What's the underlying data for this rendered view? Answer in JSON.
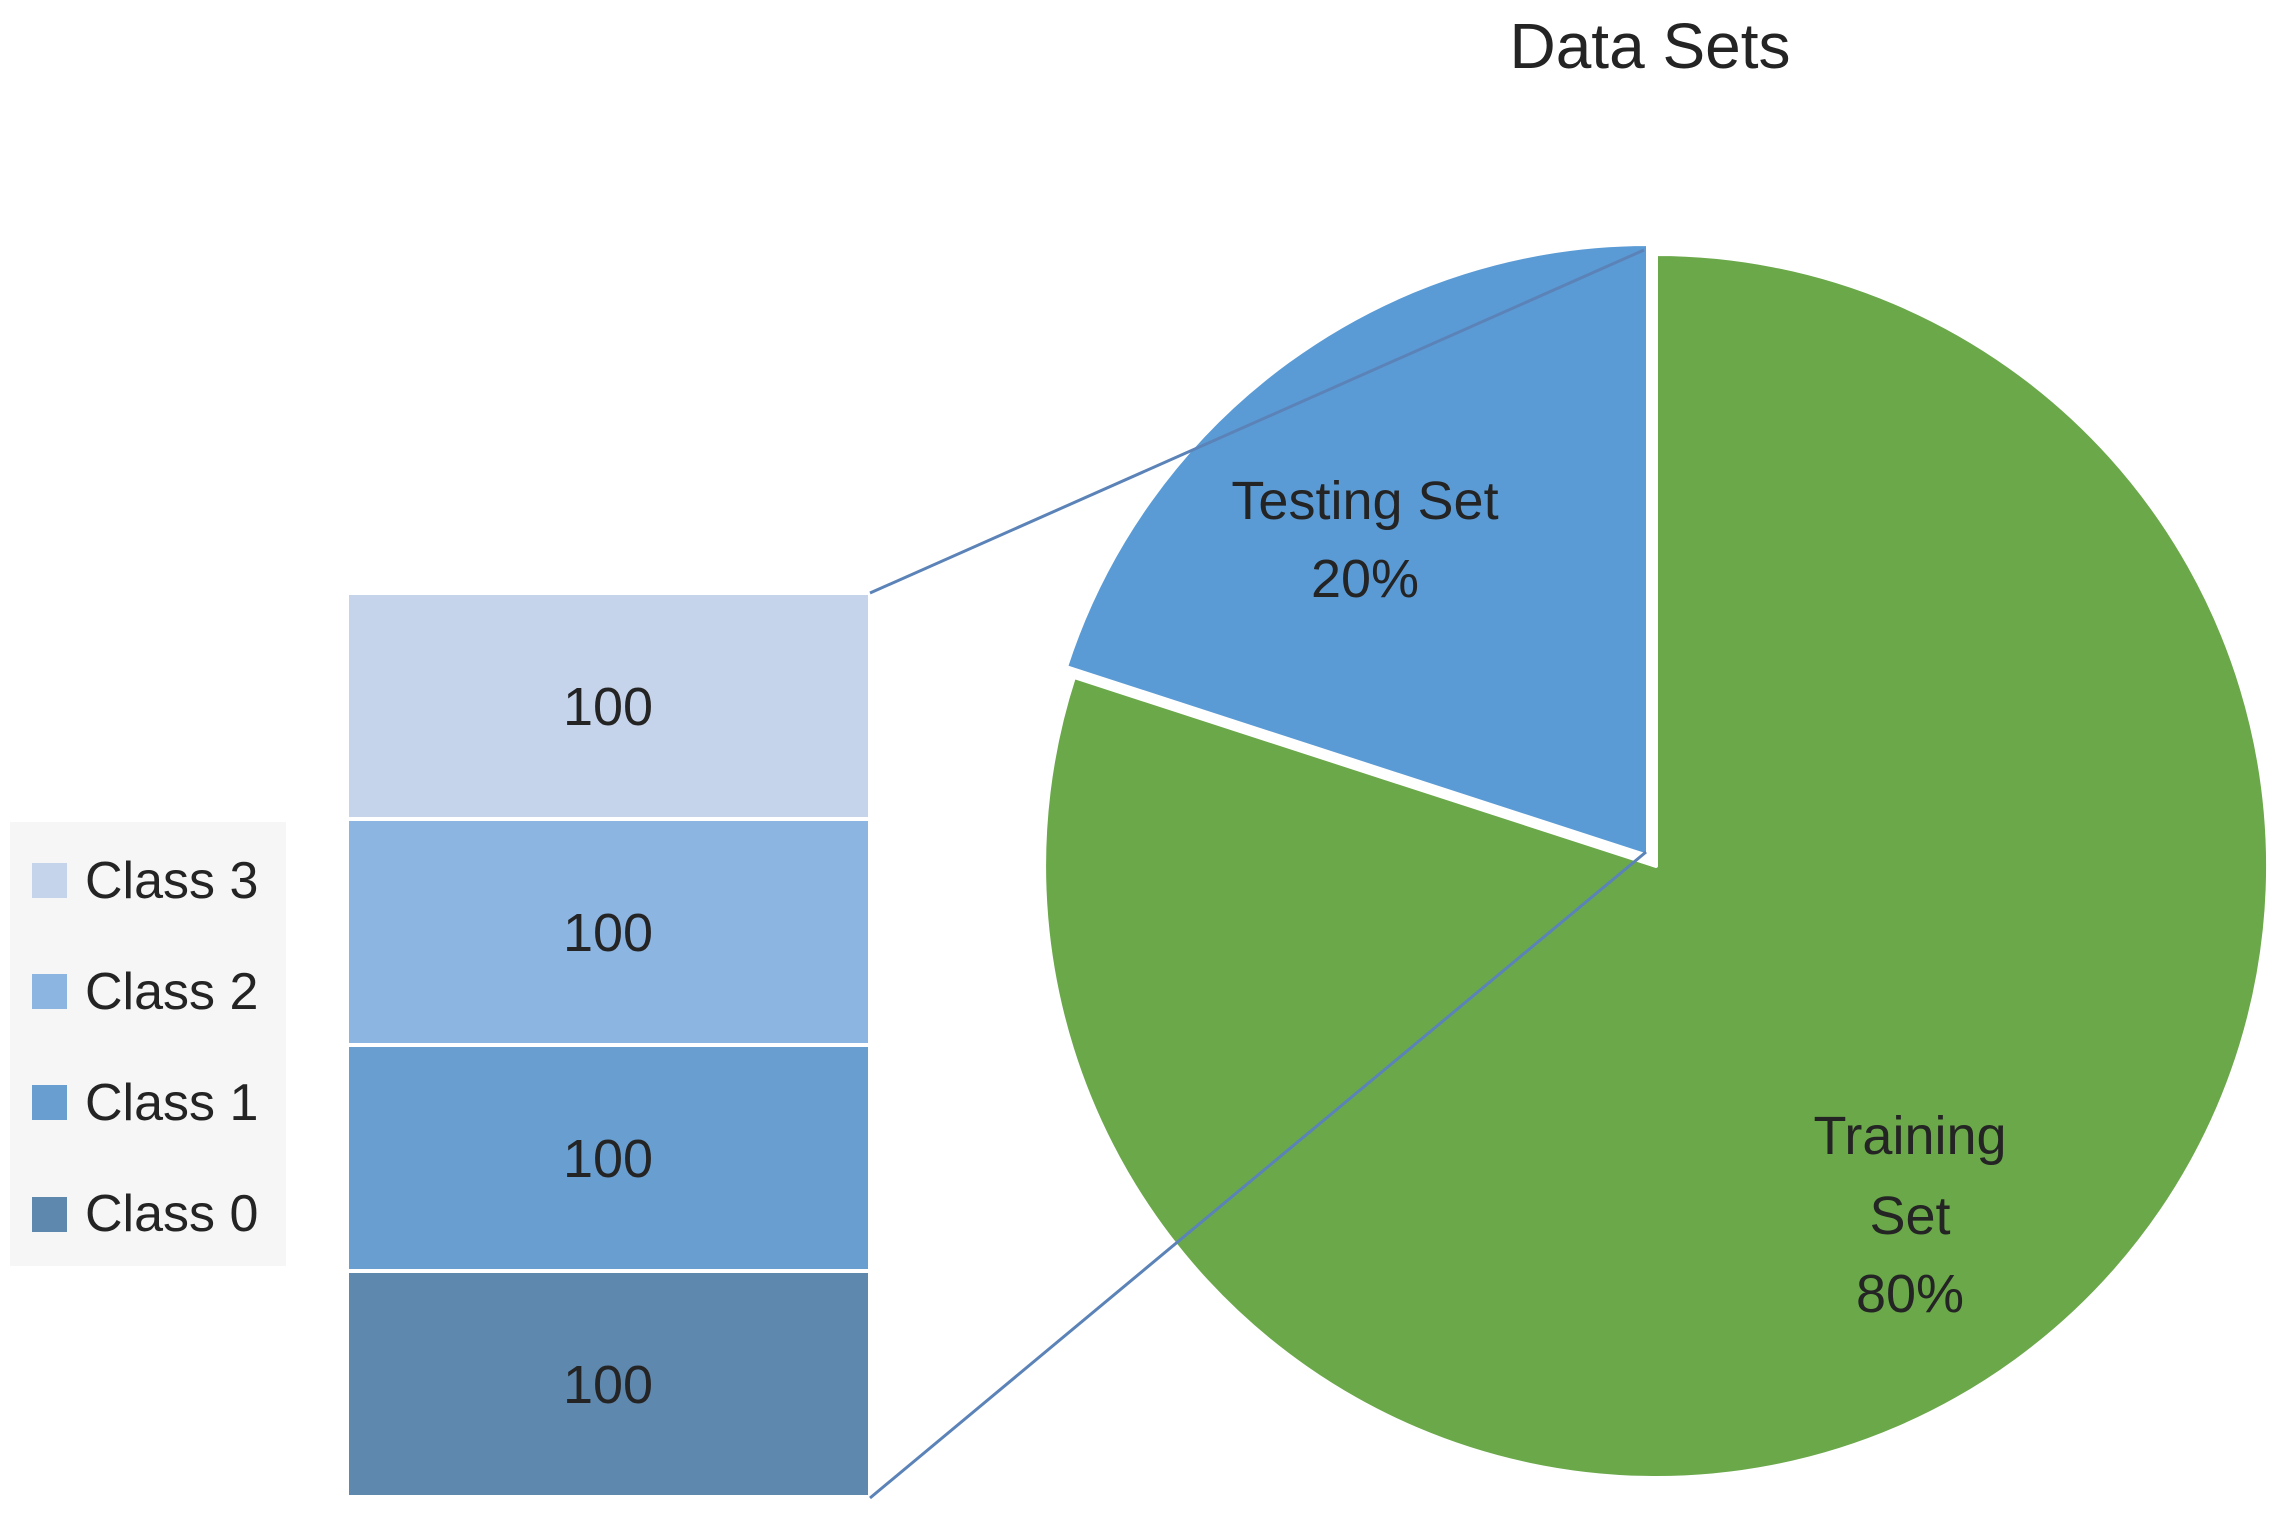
{
  "title": "Data Sets",
  "connector_color": "#5b83b8",
  "chart_data": {
    "type": "pie",
    "subtype": "bar-of-pie",
    "title": "Data Sets",
    "legend_position": "left",
    "slices": [
      {
        "label": "Training Set",
        "value_pct": 80,
        "color": "#6aa84a",
        "data_label_lines": [
          "Training",
          "Set",
          "80%"
        ]
      },
      {
        "label": "Testing Set",
        "value_pct": 20,
        "color": "#5b9bd5",
        "exploded": true,
        "has_breakdown_bar": true,
        "data_label_lines": [
          "Testing Set",
          "20%"
        ]
      }
    ],
    "breakdown": {
      "applies_to": "Testing Set",
      "type": "stacked-bar",
      "categories": [
        "Class 3",
        "Class 2",
        "Class 1",
        "Class 0"
      ],
      "values": [
        100,
        100,
        100,
        100
      ],
      "value_labels": [
        "100",
        "100",
        "100",
        "100"
      ],
      "colors": [
        "#c6d4eb",
        "#8cb5e2",
        "#699ed0",
        "#5f88af"
      ]
    },
    "legend": {
      "entries": [
        "Class 3",
        "Class 2",
        "Class 1",
        "Class 0"
      ]
    }
  }
}
